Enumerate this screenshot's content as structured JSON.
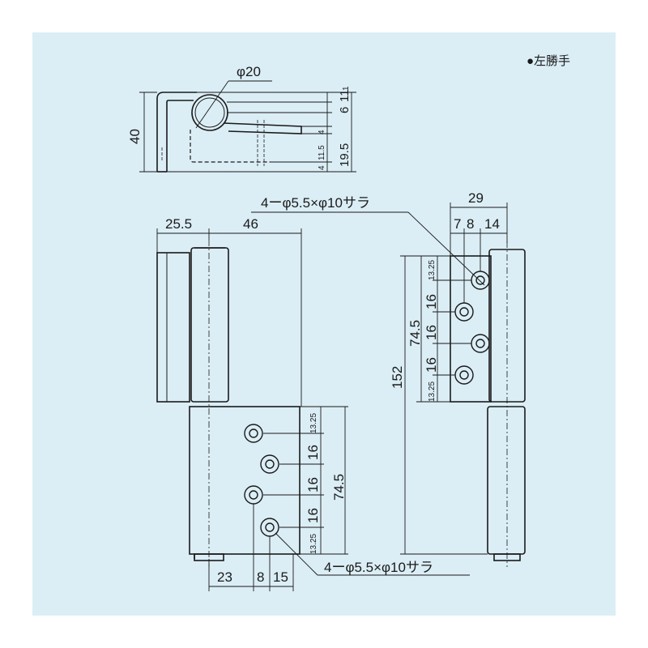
{
  "legend": {
    "label": "●左勝手"
  },
  "top_view": {
    "diameter": "φ20",
    "height": "40",
    "right_dims": [
      "6",
      "11",
      "1",
      "19.5",
      "11.5",
      "4",
      "4"
    ]
  },
  "front_view": {
    "width_left": "25.5",
    "width_right": "46",
    "spacing": [
      "13.25",
      "16",
      "16",
      "16",
      "13.25"
    ],
    "total": "74.5",
    "bottom_dims": [
      "23",
      "8",
      "15"
    ],
    "hole_note": "4ーφ5.5×φ10サラ"
  },
  "side_view": {
    "width": "29",
    "sub_widths": [
      "7",
      "8",
      "14"
    ],
    "spacing": [
      "13.25",
      "16",
      "16",
      "16",
      "13.25"
    ],
    "total": "74.5",
    "height": "152",
    "hole_note": "4ーφ5.5×φ10サラ"
  }
}
